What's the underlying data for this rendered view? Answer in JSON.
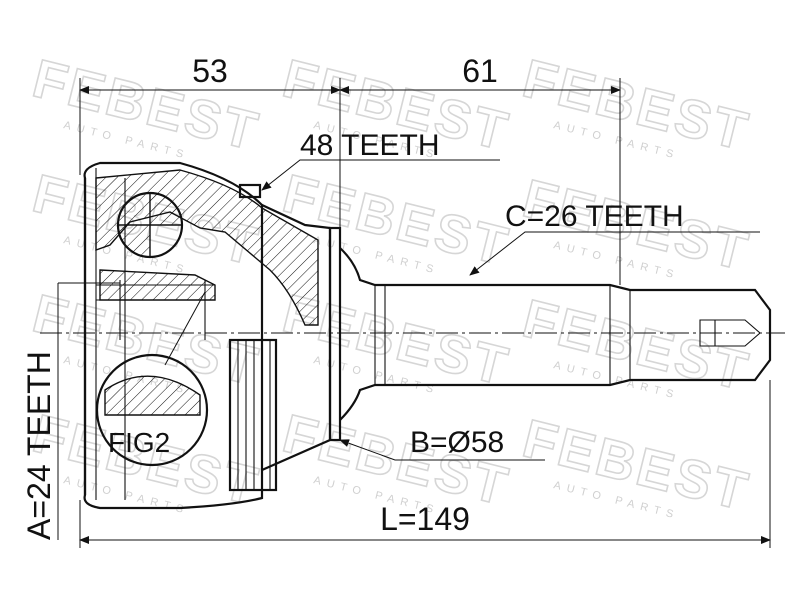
{
  "watermark": {
    "brand": "FEBEST",
    "sub": "AUTO PARTS"
  },
  "dimensions": {
    "dim_53": "53",
    "dim_61": "61",
    "spline_teeth": "48 TEETH",
    "c_teeth": "C=26 TEETH",
    "a_teeth": "A=24 TEETH",
    "b_diameter": "B=Ø58",
    "length": "L=149",
    "figure_label": "FIG2"
  }
}
